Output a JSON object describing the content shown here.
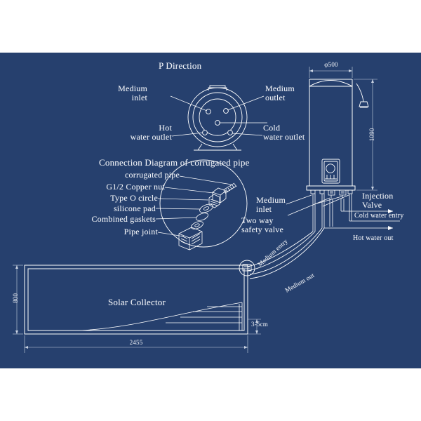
{
  "diagram": {
    "title_pdirection": "P Direction",
    "title_connection": "Connection Diagram of corrugated pipe",
    "background_color": "#26406e",
    "line_color": "#ffffff"
  },
  "pdirection": {
    "label": "P Direction",
    "ports": [
      {
        "name": "medium-inlet",
        "label_line1": "Medium",
        "label_line2": "inlet"
      },
      {
        "name": "medium-outlet",
        "label_line1": "Medium",
        "label_line2": "outlet"
      },
      {
        "name": "hot-water-outlet",
        "label_line1": "Hot",
        "label_line2": "water outlet"
      },
      {
        "name": "cold-water-outlet",
        "label_line1": "Cold",
        "label_line2": "water outlet"
      }
    ]
  },
  "connection_diagram": {
    "title": "Connection Diagram of corrugated pipe",
    "parts": [
      {
        "label": "corrugated pipe"
      },
      {
        "label": "G1/2 Copper nut"
      },
      {
        "label": "Type O circle"
      },
      {
        "label": "silicone pad"
      },
      {
        "label": "Combined gaskets"
      },
      {
        "label": "Pipe joint"
      }
    ]
  },
  "tank": {
    "diameter_label": "φ500",
    "height_label": "1090",
    "control_panel": {
      "name": "control-panel"
    },
    "shower_head": {
      "name": "shower-head"
    }
  },
  "tank_labels": {
    "medium_inlet_line1": "Medium",
    "medium_inlet_line2": "inlet",
    "two_way_safety_line1": "Two  way",
    "two_way_safety_line2": "safety valve",
    "injection_valve_line1": "Injection",
    "injection_valve_line2": "Valve",
    "cold_water_entry": "Cold water  entry",
    "hot_water_out": "Hot  water  out"
  },
  "pipes": {
    "medium_entry": "Medium entry",
    "medium_out": "Medium out"
  },
  "collector": {
    "title": "Solar  Collector",
    "height_label": "800",
    "width_label": "2455",
    "thickness_label": "3-5cm"
  }
}
